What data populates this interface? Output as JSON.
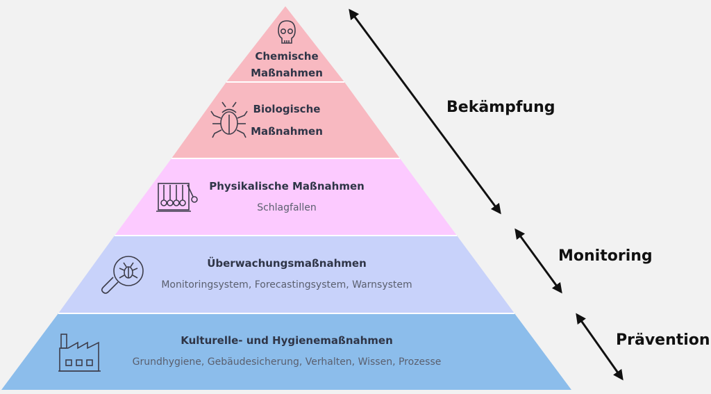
{
  "levels": [
    {
      "title_line1": "Chemische",
      "title_line2": "Maßnahmen",
      "color": "#f8b9c1",
      "icon": "skull-icon"
    },
    {
      "title_line1": "Biologische",
      "title_line2": "Maßnahmen",
      "color": "#f8b9c1",
      "icon": "beetle-icon"
    },
    {
      "title": "Physikalische Maßnahmen",
      "subtitle": "Schlagfallen",
      "color": "#fccaff",
      "icon": "newtons-cradle-icon"
    },
    {
      "title": "Überwachungsmaßnahmen",
      "subtitle": "Monitoringsystem, Forecastingsystem, Warnsystem",
      "color": "#c8d2fa",
      "icon": "magnifier-bug-icon"
    },
    {
      "title": "Kulturelle- und Hygienemaßnahmen",
      "subtitle": "Grundhygiene, Gebäudesicherung, Verhalten, Wissen, Prozesse",
      "color": "#8cbdeb",
      "icon": "factory-icon"
    }
  ],
  "phases": [
    {
      "label": "Bekämpfung"
    },
    {
      "label": "Monitoring"
    },
    {
      "label": "Prävention"
    }
  ]
}
